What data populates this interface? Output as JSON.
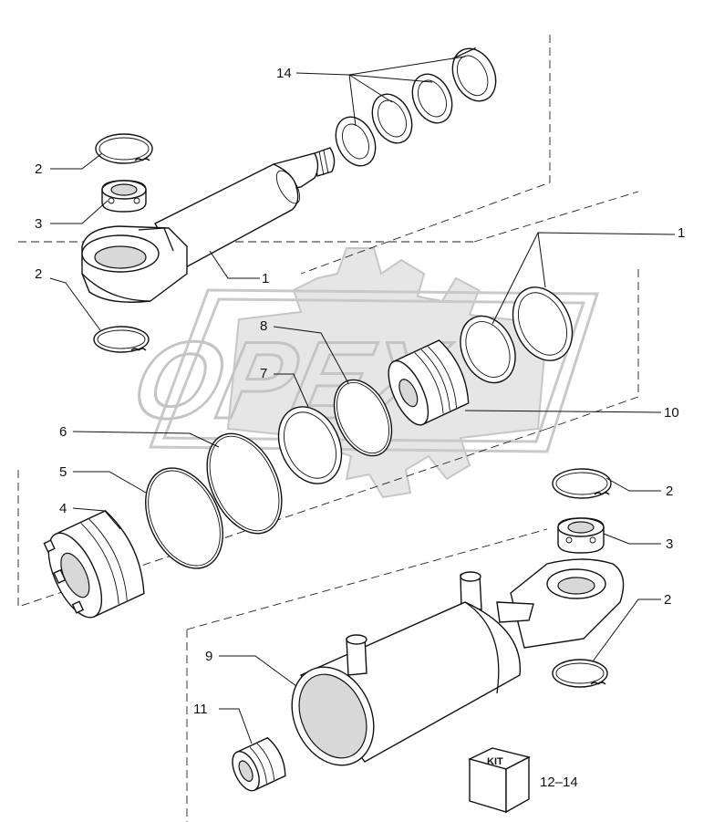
{
  "watermark": {
    "text": "OPEX"
  },
  "labels": [
    {
      "id": "l14",
      "text": "14"
    },
    {
      "id": "l2a",
      "text": "2"
    },
    {
      "id": "l3a",
      "text": "3"
    },
    {
      "id": "l2b",
      "text": "2"
    },
    {
      "id": "l1a",
      "text": "1"
    },
    {
      "id": "l1b",
      "text": "1"
    },
    {
      "id": "l8",
      "text": "8"
    },
    {
      "id": "l7",
      "text": "7"
    },
    {
      "id": "l10",
      "text": "10"
    },
    {
      "id": "l6",
      "text": "6"
    },
    {
      "id": "l5",
      "text": "5"
    },
    {
      "id": "l4",
      "text": "4"
    },
    {
      "id": "l2c",
      "text": "2"
    },
    {
      "id": "l3b",
      "text": "3"
    },
    {
      "id": "l2d",
      "text": "2"
    },
    {
      "id": "l9",
      "text": "9"
    },
    {
      "id": "l11",
      "text": "11"
    },
    {
      "id": "l1214",
      "text": "12–14"
    }
  ],
  "kit": {
    "text": "KIT"
  }
}
